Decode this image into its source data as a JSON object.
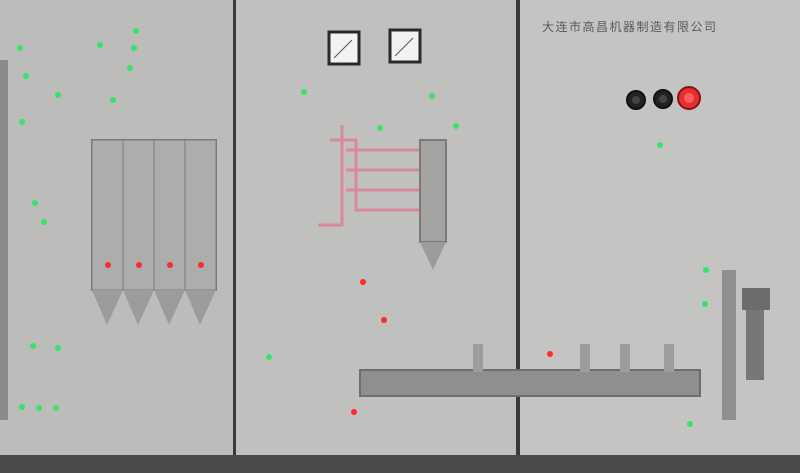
{
  "panel": {
    "company_name": "大连市高昌机器制造有限公司",
    "colors": {
      "panel_face": "#bdbdbb",
      "panel_edge": "#d6d6d4",
      "seam": "#3a3a3a",
      "pipe": "#8a8a88",
      "pipe_dark": "#6e6e6c",
      "highlight_pipe": "#d98a9a",
      "indicator_green": "#37e46a",
      "indicator_red": "#ff2a2a",
      "indicator_amber": "#f1d04a",
      "estop_red": "#e23034"
    }
  },
  "controls": {
    "top_buttons": [
      "black-pushbutton",
      "black-pushbutton",
      "emergency-stop-red"
    ],
    "meters": [
      "analog-meter",
      "analog-meter"
    ]
  }
}
